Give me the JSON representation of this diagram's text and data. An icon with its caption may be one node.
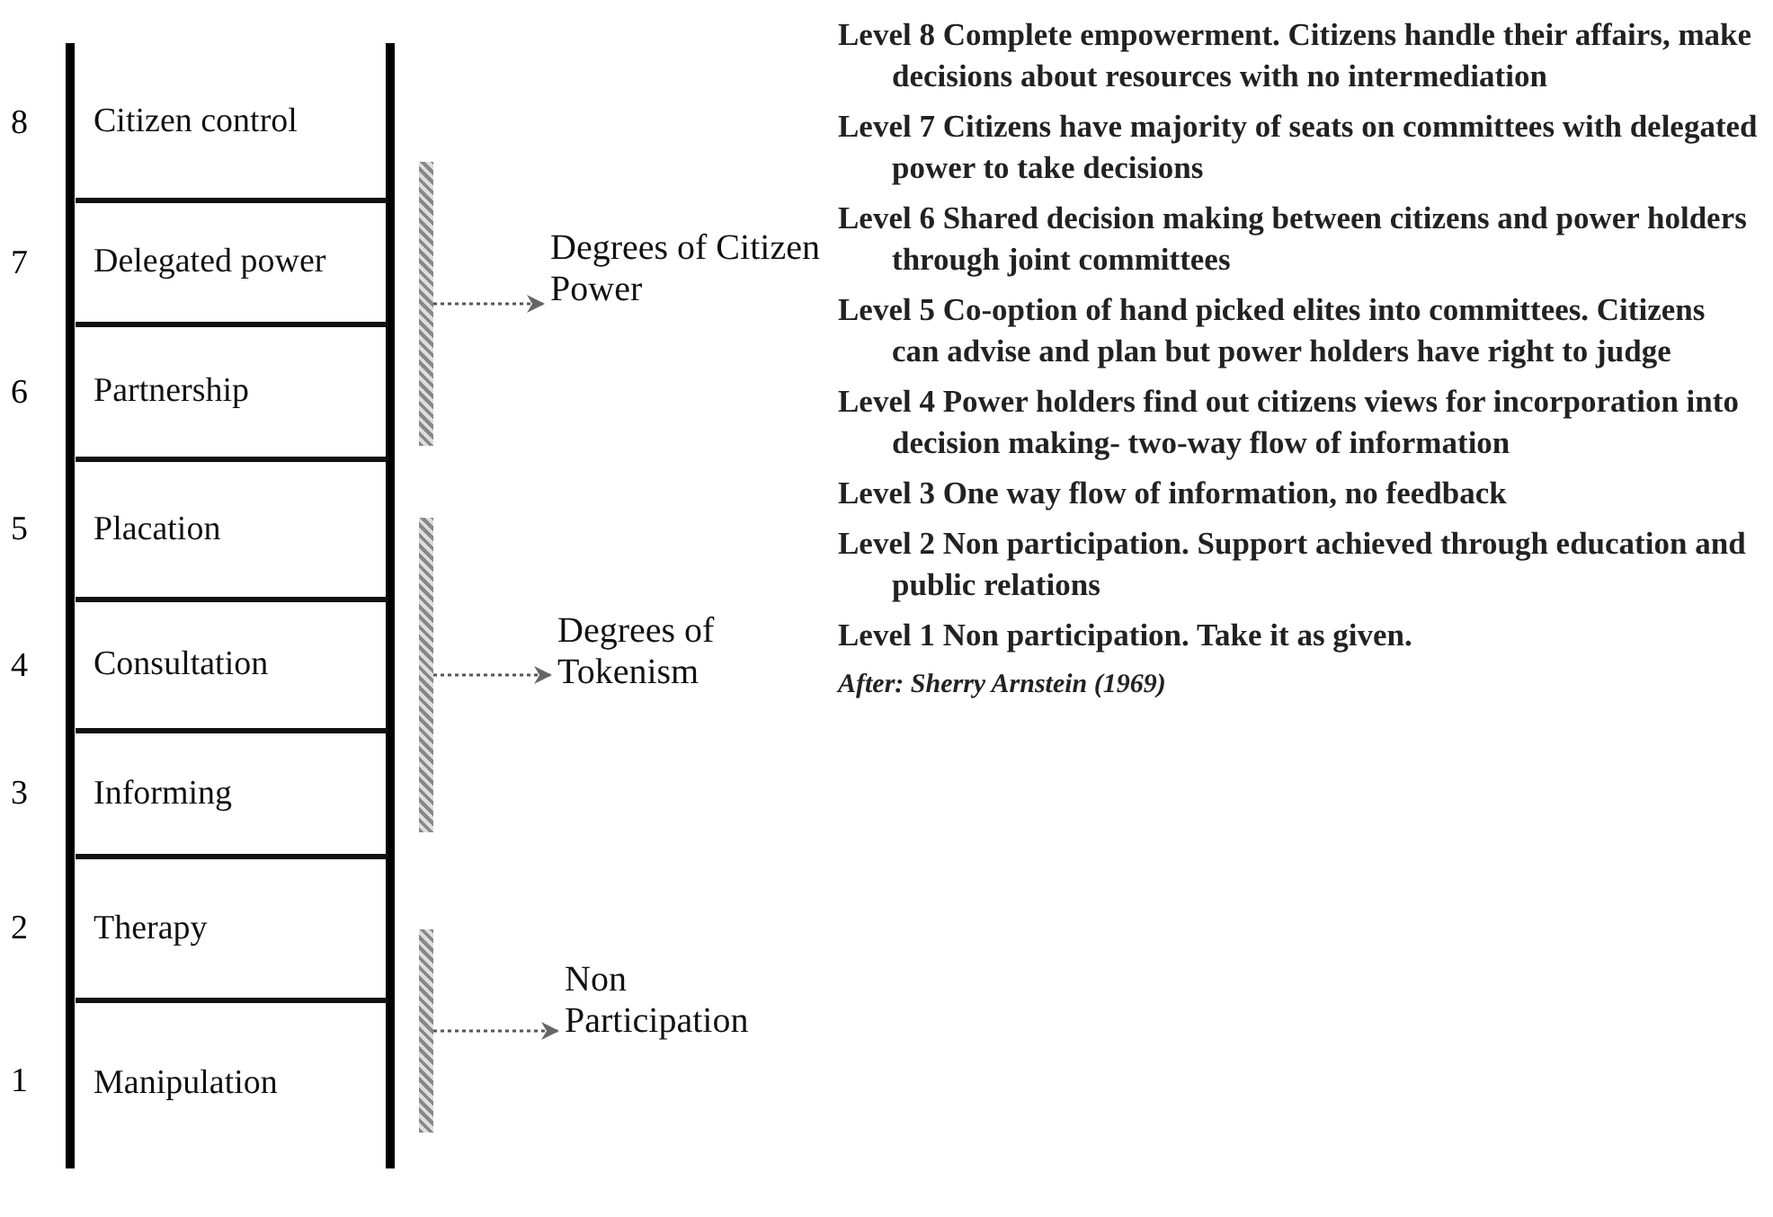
{
  "diagram": {
    "caption": "After: Sherry Arnstein (1969)",
    "nodes": [
      {
        "text": [
          "Citizen control"
        ],
        "beside": [
          "8"
        ]
      },
      {
        "text": [
          "Delegated power"
        ],
        "beside": [
          "7"
        ]
      },
      {
        "text": [
          "Partnership"
        ],
        "beside": [
          "6"
        ]
      },
      {
        "text": [
          "Placation"
        ],
        "beside": [
          "5"
        ]
      },
      {
        "text": [
          "Consultation"
        ],
        "beside": [
          "4"
        ]
      },
      {
        "text": [
          "Informing"
        ],
        "beside": [
          "3"
        ]
      },
      {
        "text": [
          "Therapy"
        ],
        "beside": [
          "2"
        ]
      },
      {
        "text": [
          "Manipulation"
        ],
        "beside": [
          "1"
        ]
      },
      {
        "text": [],
        "shape": "bar"
      },
      {
        "text": [
          "Degrees of Citizen Power"
        ]
      },
      {
        "text": [],
        "shape": "bar"
      },
      {
        "text": [
          "Degrees of Tokenism"
        ]
      },
      {
        "text": [],
        "shape": "bar"
      },
      {
        "text": [
          "Non Participation"
        ]
      }
    ],
    "edges": [
      {
        "from": 8,
        "to": 9,
        "arrow": "to",
        "style": "dashed"
      },
      {
        "from": 10,
        "to": 11,
        "arrow": "to",
        "style": "dashed"
      },
      {
        "from": 12,
        "to": 13,
        "arrow": "to",
        "style": "dashed"
      }
    ],
    "labels": [
      "Level 8 Complete empowerment. Citizens handle their affairs, make decisions about resources with no intermediation",
      "Level 7 Citizens have majority of seats on committees with delegated power to take decisions",
      "Level 6 Shared decision making between citizens and power holders through joint committees",
      "Level 5 Co-option of hand picked elites into committees. Citizens can advise and plan but power holders have right to judge",
      "Level 4 Power holders find out citizens views for incorporation into decision making- two-way flow of information",
      "Level 3 One way flow of information, no feedback",
      "Level 2 Non participation. Support achieved through education and public relations",
      "Level 1 Non participation. Take it as given."
    ]
  }
}
